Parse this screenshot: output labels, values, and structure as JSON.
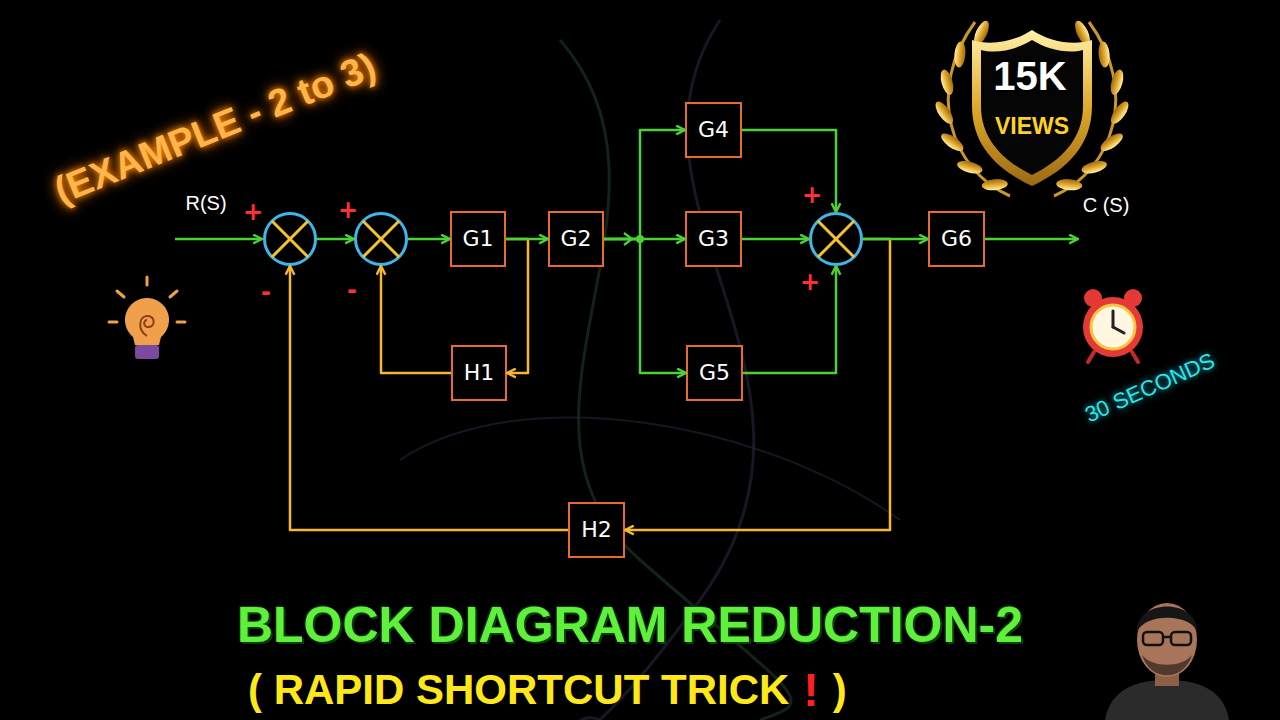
{
  "diagram": {
    "title": "BLOCK DIAGRAM REDUCTION-2",
    "nodes": [
      {
        "text": [
          "+",
          "-"
        ]
      },
      {
        "text": [
          "+",
          "-"
        ]
      },
      {
        "text": [
          "G1"
        ]
      },
      {
        "text": [
          "G2"
        ]
      },
      {
        "text": [
          "H1"
        ]
      },
      {
        "text": [
          "G4"
        ]
      },
      {
        "text": [
          "G3"
        ]
      },
      {
        "text": [
          "G5"
        ]
      },
      {
        "text": [
          "+",
          "+"
        ]
      },
      {
        "text": [
          "G6"
        ]
      },
      {
        "text": [
          "H2"
        ]
      },
      {
        "text": [
          "15K",
          "VIEWS"
        ]
      }
    ],
    "edges": [
      {
        "from": 0,
        "to": 1,
        "arrow": "to"
      },
      {
        "from": 1,
        "to": 2,
        "arrow": "to"
      },
      {
        "from": 2,
        "to": 3,
        "arrow": "to"
      },
      {
        "from": 3,
        "to": 5,
        "arrow": "to"
      },
      {
        "from": 3,
        "to": 6,
        "arrow": "to"
      },
      {
        "from": 3,
        "to": 7,
        "arrow": "to"
      },
      {
        "from": 5,
        "to": 8,
        "arrow": "to"
      },
      {
        "from": 6,
        "to": 8,
        "arrow": "to"
      },
      {
        "from": 7,
        "to": 8,
        "arrow": "to"
      },
      {
        "from": 8,
        "to": 9,
        "arrow": "to"
      },
      {
        "from": 2,
        "to": 4,
        "arrow": "to"
      },
      {
        "from": 4,
        "to": 1,
        "arrow": "to"
      },
      {
        "from": 8,
        "to": 10,
        "arrow": "to"
      },
      {
        "from": 10,
        "to": 0,
        "arrow": "to"
      }
    ],
    "labels": [
      "(EXAMPLE - 2 to 3)",
      "R(S)",
      "C (S)",
      "30 SECONDS",
      "( RAPID SHORTCUT TRICK",
      "!",
      ")"
    ]
  }
}
